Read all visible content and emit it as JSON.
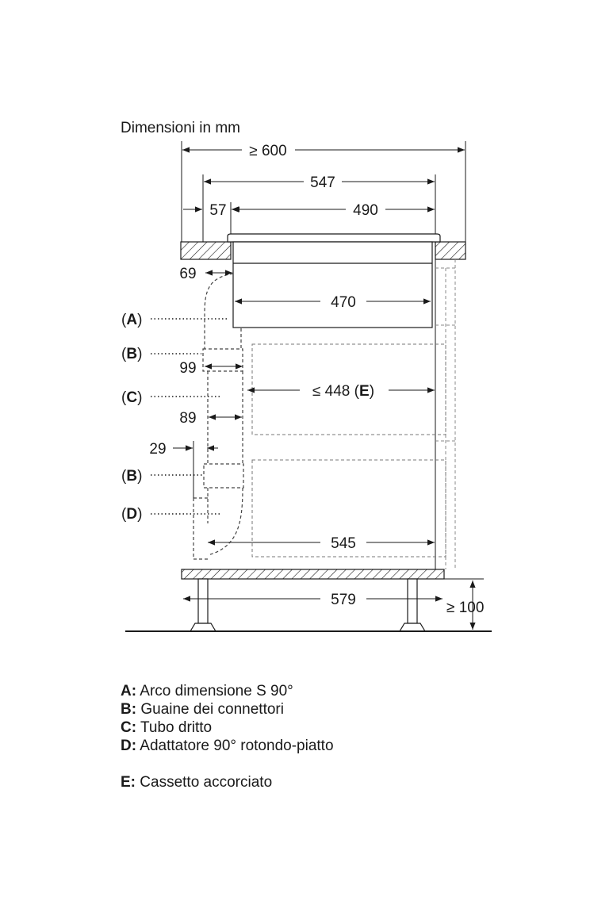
{
  "title": "Dimensioni in mm",
  "dimensions": {
    "overall_width": "≥ 600",
    "cutout_width": "547",
    "offset_left": "57",
    "hob_width": "490",
    "depth_69": "69",
    "unit_width": "470",
    "depth_99": "99",
    "drawer_width": "≤ 448",
    "drawer_ref": "E",
    "depth_89": "89",
    "depth_29": "29",
    "inner_width": "545",
    "base_width": "579",
    "base_height": "≥ 100"
  },
  "callouts": {
    "a": "A",
    "b1": "B",
    "c": "C",
    "b2": "B",
    "d": "D"
  },
  "legend": [
    {
      "key": "A:",
      "text": "Arco dimensione S 90°"
    },
    {
      "key": "B:",
      "text": "Guaine dei connettori"
    },
    {
      "key": "C:",
      "text": "Tubo dritto"
    },
    {
      "key": "D:",
      "text": "Adattatore 90° rotondo-piatto"
    },
    {
      "key": "E:",
      "text": "Cassetto accorciato"
    }
  ]
}
